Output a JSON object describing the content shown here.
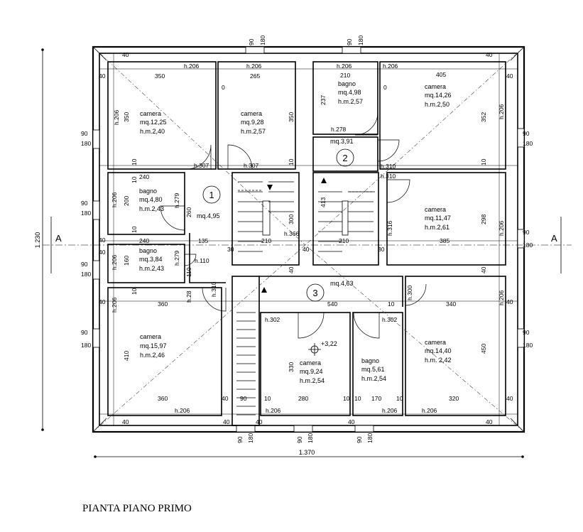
{
  "caption": "PIANTA PIANO PRIMO",
  "overall": {
    "width": "1.370",
    "height": "1.230"
  },
  "section_marker": "A",
  "elevation": "+3,22",
  "rooms": [
    {
      "id": "r1",
      "name": "camera",
      "area": "mq.12,25",
      "hm": "h.m.2,40"
    },
    {
      "id": "r2",
      "name": "camera",
      "area": "mq.9,28",
      "hm": "h.m.2,57"
    },
    {
      "id": "r3",
      "name": "bagno",
      "area": "mq.4,98",
      "hm": "h.m.2,57"
    },
    {
      "id": "r4",
      "name": "camera",
      "area": "mq.14,26",
      "hm": "h.m.2,50"
    },
    {
      "id": "r5",
      "name": "bagno",
      "area": "mq.4,80",
      "hm": "h.m.2,43"
    },
    {
      "id": "r6",
      "name": "bagno",
      "area": "mq.3,84",
      "hm": "h.m.2,43"
    },
    {
      "id": "r7",
      "name": "camera",
      "area": "mq.11,47",
      "hm": "h.m.2,61"
    },
    {
      "id": "r8",
      "name": "camera",
      "area": "mq.15,97",
      "hm": "h.m.2,46"
    },
    {
      "id": "r9",
      "name": "camera",
      "area": "mq.9,24",
      "hm": "h.m.2,54"
    },
    {
      "id": "r10",
      "name": "bagno",
      "area": "mq.5,61",
      "hm": "h.m.2,54"
    },
    {
      "id": "r11",
      "name": "camera",
      "area": "mq.14,40",
      "hm": "h.m. 2,42"
    }
  ],
  "corridors": [
    {
      "id": "c1",
      "number": "1",
      "area": "mq.4,95"
    },
    {
      "id": "c2",
      "number": "2",
      "area": "mq.3,91"
    },
    {
      "id": "c3",
      "number": "3",
      "area": "mq.4,63"
    }
  ],
  "dimension_labels": [
    {
      "id": "d1",
      "text": "40"
    },
    {
      "id": "d2",
      "text": "h.206"
    },
    {
      "id": "d3",
      "text": "350"
    },
    {
      "id": "d4",
      "text": "h.206"
    },
    {
      "id": "d5",
      "text": "265"
    },
    {
      "id": "d6",
      "text": "90"
    },
    {
      "id": "d7",
      "text": "180"
    },
    {
      "id": "d8",
      "text": "h.206"
    },
    {
      "id": "d9",
      "text": "210"
    },
    {
      "id": "d10",
      "text": "90"
    },
    {
      "id": "d11",
      "text": "180"
    },
    {
      "id": "d12",
      "text": "h.206"
    },
    {
      "id": "d13",
      "text": "405"
    },
    {
      "id": "d14",
      "text": "40"
    },
    {
      "id": "d15",
      "text": "40"
    },
    {
      "id": "d16",
      "text": "40"
    },
    {
      "id": "d17",
      "text": "h.206"
    },
    {
      "id": "d18",
      "text": "350"
    },
    {
      "id": "d19",
      "text": "0"
    },
    {
      "id": "d20",
      "text": "350"
    },
    {
      "id": "d21",
      "text": "237"
    },
    {
      "id": "d22",
      "text": "0"
    },
    {
      "id": "d23",
      "text": "352"
    },
    {
      "id": "d24",
      "text": "h.206"
    },
    {
      "id": "d25",
      "text": "90"
    },
    {
      "id": "d26",
      "text": "180"
    },
    {
      "id": "d27",
      "text": "90"
    },
    {
      "id": "d28",
      "text": "180"
    },
    {
      "id": "d29",
      "text": "h.278"
    },
    {
      "id": "d30",
      "text": "10"
    },
    {
      "id": "d31",
      "text": "h.307"
    },
    {
      "id": "d32",
      "text": "h.307"
    },
    {
      "id": "d33",
      "text": "10"
    },
    {
      "id": "d34",
      "text": "h.310"
    },
    {
      "id": "d35",
      "text": "10"
    },
    {
      "id": "d36",
      "text": "10"
    },
    {
      "id": "d37",
      "text": "240"
    },
    {
      "id": "d38",
      "text": "h.310"
    },
    {
      "id": "d39",
      "text": "h.206"
    },
    {
      "id": "d40",
      "text": "200"
    },
    {
      "id": "d41",
      "text": "h.279"
    },
    {
      "id": "d42",
      "text": "260"
    },
    {
      "id": "d43",
      "text": "300"
    },
    {
      "id": "d44",
      "text": "413"
    },
    {
      "id": "d45",
      "text": "298"
    },
    {
      "id": "d46",
      "text": "90"
    },
    {
      "id": "d47",
      "text": "180"
    },
    {
      "id": "d48",
      "text": "10"
    },
    {
      "id": "d49",
      "text": "h.316"
    },
    {
      "id": "d50",
      "text": "h.206"
    },
    {
      "id": "d51",
      "text": "40"
    },
    {
      "id": "d52",
      "text": "240"
    },
    {
      "id": "d53",
      "text": "135"
    },
    {
      "id": "d54",
      "text": "h.366"
    },
    {
      "id": "d55",
      "text": "210"
    },
    {
      "id": "d56",
      "text": "210"
    },
    {
      "id": "d57",
      "text": "385"
    },
    {
      "id": "d58",
      "text": "90"
    },
    {
      "id": "d59",
      "text": "180"
    },
    {
      "id": "d60",
      "text": "30"
    },
    {
      "id": "d61",
      "text": "40"
    },
    {
      "id": "d62",
      "text": "30"
    },
    {
      "id": "d63",
      "text": "40"
    },
    {
      "id": "d64",
      "text": "h.206"
    },
    {
      "id": "d65",
      "text": "160"
    },
    {
      "id": "d66",
      "text": "h.279"
    },
    {
      "id": "d67",
      "text": "110"
    },
    {
      "id": "d68",
      "text": "h.110"
    },
    {
      "id": "d69",
      "text": "90"
    },
    {
      "id": "d70",
      "text": "180"
    },
    {
      "id": "d71",
      "text": "10"
    },
    {
      "id": "d72",
      "text": "h.28"
    },
    {
      "id": "d73",
      "text": "h.310"
    },
    {
      "id": "d74",
      "text": "40"
    },
    {
      "id": "d75",
      "text": "40"
    },
    {
      "id": "d76",
      "text": "h.300"
    },
    {
      "id": "d77",
      "text": "40"
    },
    {
      "id": "d78",
      "text": "40"
    },
    {
      "id": "d79",
      "text": "360"
    },
    {
      "id": "d80",
      "text": "540"
    },
    {
      "id": "d81",
      "text": "10"
    },
    {
      "id": "d82",
      "text": "340"
    },
    {
      "id": "d83",
      "text": "h.206"
    },
    {
      "id": "d84",
      "text": "h.206"
    },
    {
      "id": "d85",
      "text": "h.302"
    },
    {
      "id": "d86",
      "text": "h.302"
    },
    {
      "id": "d87",
      "text": "90"
    },
    {
      "id": "d88",
      "text": "180"
    },
    {
      "id": "d89",
      "text": "90"
    },
    {
      "id": "d90",
      "text": "180"
    },
    {
      "id": "d91",
      "text": "410"
    },
    {
      "id": "d92",
      "text": "330"
    },
    {
      "id": "d93",
      "text": "450"
    },
    {
      "id": "d94",
      "text": "360"
    },
    {
      "id": "d95",
      "text": "40"
    },
    {
      "id": "d96",
      "text": "90"
    },
    {
      "id": "d97",
      "text": "10"
    },
    {
      "id": "d98",
      "text": "280"
    },
    {
      "id": "d99",
      "text": "10"
    },
    {
      "id": "d100",
      "text": "10"
    },
    {
      "id": "d101",
      "text": "170"
    },
    {
      "id": "d102",
      "text": "10"
    },
    {
      "id": "d103",
      "text": "320"
    },
    {
      "id": "d104",
      "text": "40"
    },
    {
      "id": "d105",
      "text": "h.206"
    },
    {
      "id": "d106",
      "text": "h.206"
    },
    {
      "id": "d107",
      "text": "h.206"
    },
    {
      "id": "d108",
      "text": "h.206"
    },
    {
      "id": "d109",
      "text": "40"
    },
    {
      "id": "d110",
      "text": "40"
    },
    {
      "id": "d111",
      "text": "40"
    },
    {
      "id": "d112",
      "text": "40"
    },
    {
      "id": "d113",
      "text": "40"
    },
    {
      "id": "d114",
      "text": "90"
    },
    {
      "id": "d115",
      "text": "180"
    },
    {
      "id": "d116",
      "text": "90"
    },
    {
      "id": "d117",
      "text": "180"
    },
    {
      "id": "d118",
      "text": "90"
    },
    {
      "id": "d119",
      "text": "180"
    }
  ]
}
